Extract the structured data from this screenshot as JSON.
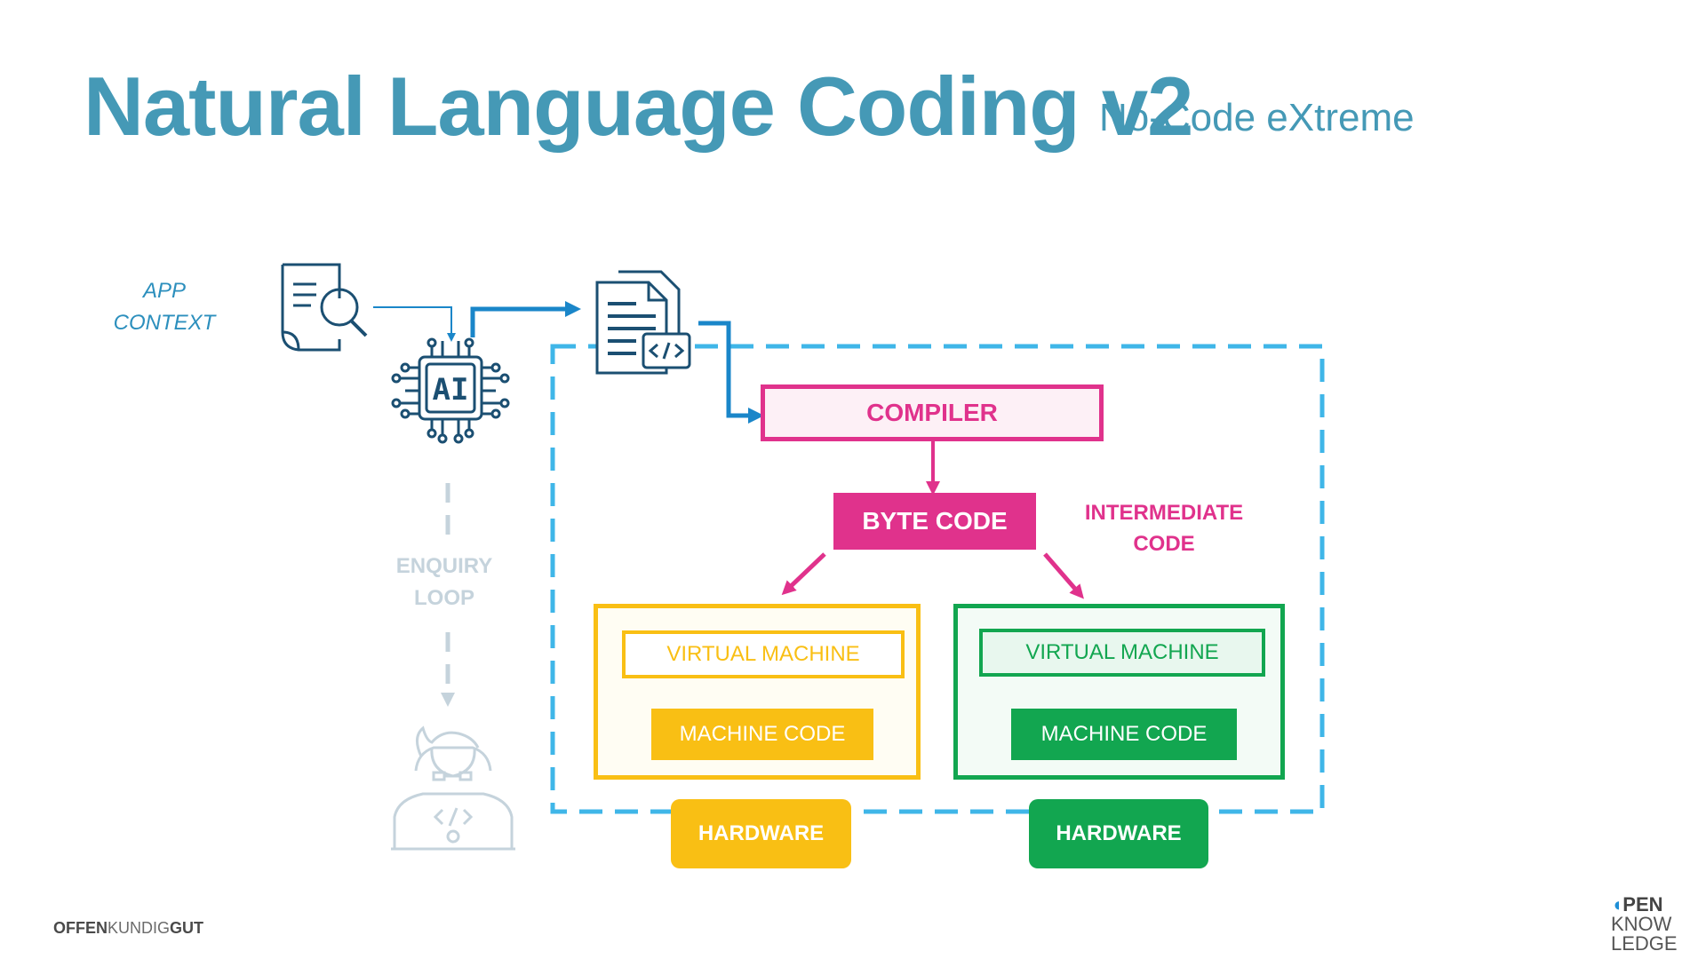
{
  "header": {
    "title": "Natural Language Coding v2",
    "subtitle": "No-Code eXtreme"
  },
  "labels": {
    "app_context_line1": "APP",
    "app_context_line2": "CONTEXT",
    "enquiry_line1": "ENQUIRY",
    "enquiry_line2": "LOOP",
    "intermediate_line1": "INTERMEDIATE",
    "intermediate_line2": "CODE",
    "ai_chip_text": "AI"
  },
  "nodes": {
    "compiler": "COMPILER",
    "byte_code": "BYTE CODE",
    "left": {
      "vm": "VIRTUAL MACHINE",
      "machine_code": "MACHINE CODE",
      "hardware": "HARDWARE"
    },
    "right": {
      "vm": "VIRTUAL MACHINE",
      "machine_code": "MACHINE CODE",
      "hardware": "HARDWARE"
    }
  },
  "footer": {
    "left_logo_part1": "OFFEN",
    "left_logo_part2": "KUNDIG",
    "left_logo_part3": "GUT",
    "right_logo_line1": "PEN",
    "right_logo_line2": "KNOW",
    "right_logo_line3": "LEDGE"
  },
  "colors": {
    "title": "#4599b6",
    "pink": "#e0328c",
    "yellow": "#f9bf14",
    "green": "#12a650",
    "blue_dashed": "#3fb6e8",
    "icon_dark": "#1b4f72",
    "icon_light": "#c5d3dc",
    "arrow_blue": "#1a86c9"
  },
  "icons": [
    "document-search-icon",
    "ai-chip-icon",
    "code-document-icon",
    "developer-icon"
  ]
}
